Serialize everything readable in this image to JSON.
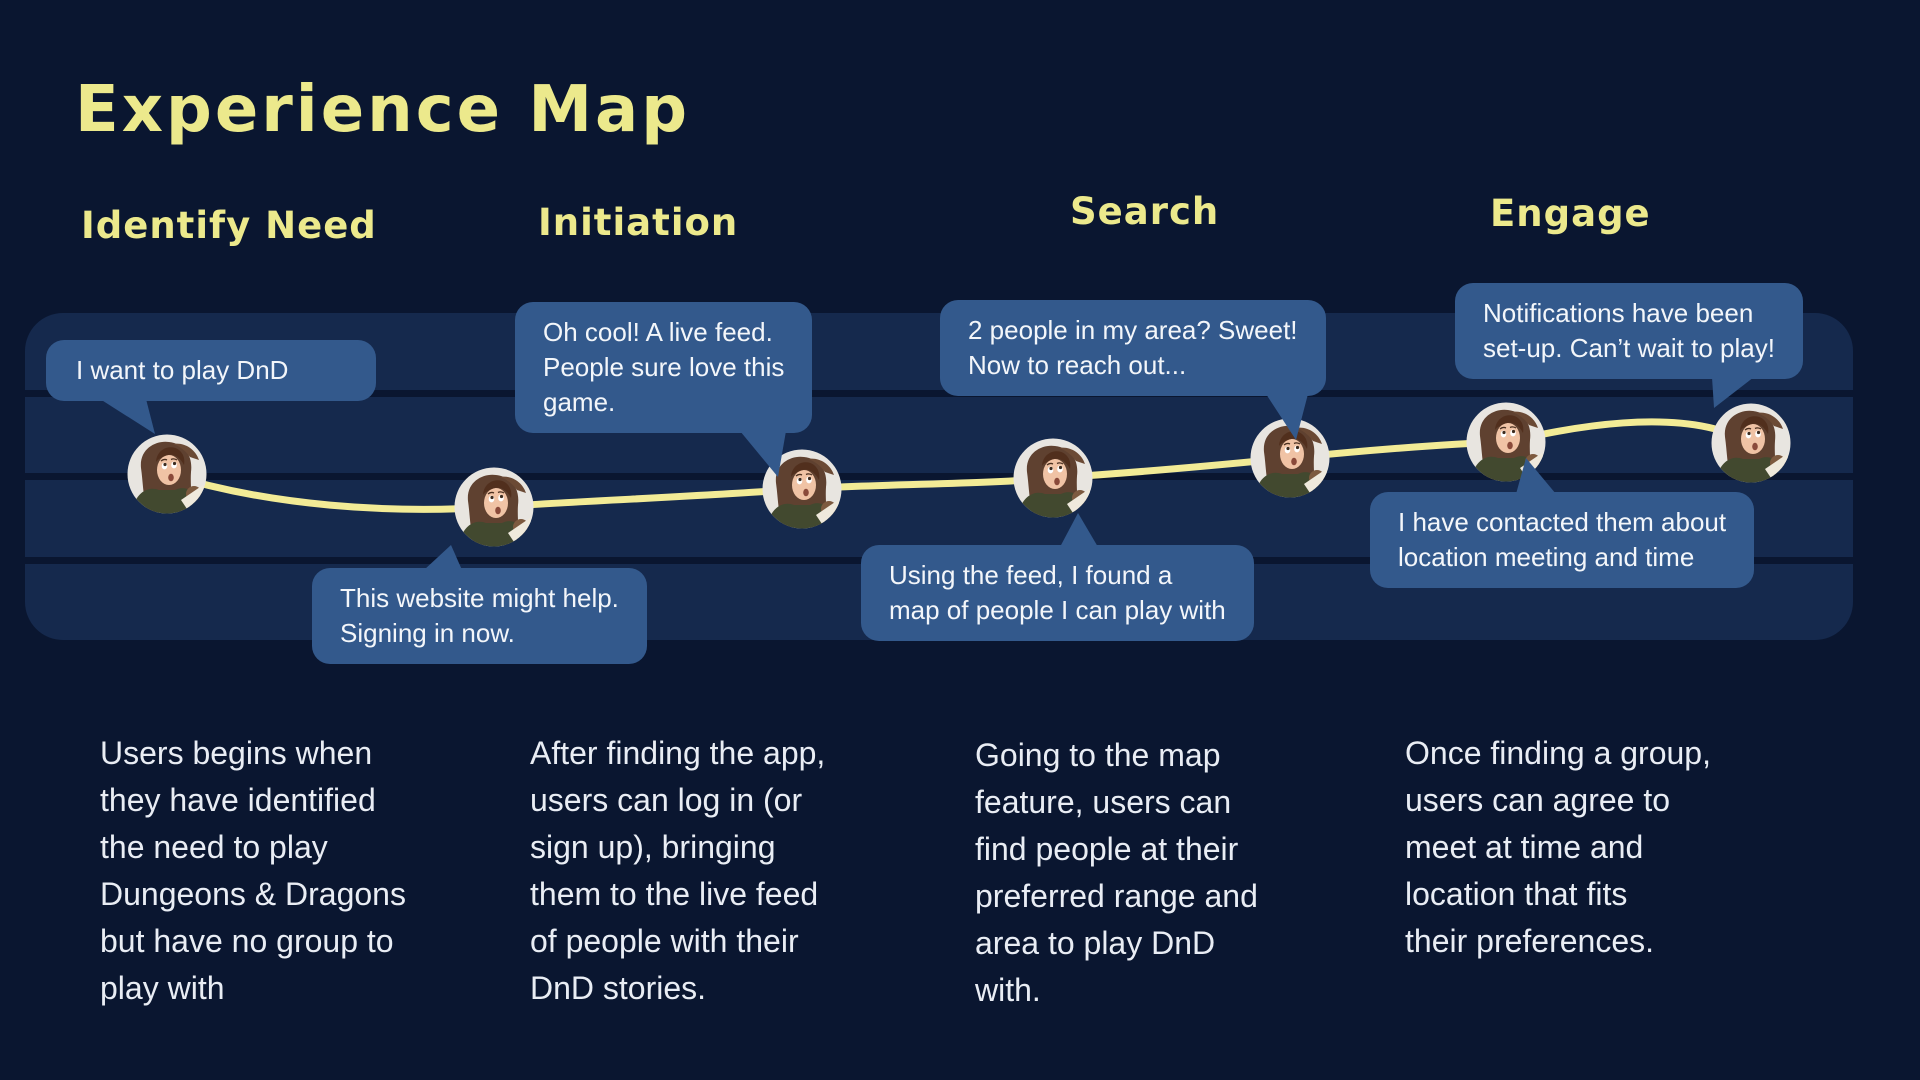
{
  "title": "Experience Map",
  "colors": {
    "background": "#0a1630",
    "band_row": "#15294d",
    "bubble": "#33598c",
    "accent_yellow": "#ece98c",
    "line_yellow": "#f2eb96",
    "body_text": "#e9edf4"
  },
  "stages": [
    {
      "label": "Identify Need",
      "description": "Users begins when\nthey have identified\nthe need to play\nDungeons & Dragons\nbut have no group to\nplay with"
    },
    {
      "label": "Initiation",
      "description": "After finding the app,\nusers can log in (or\nsign up), bringing\nthem to the live feed\nof people with their\nDnD stories."
    },
    {
      "label": "Search",
      "description": "Going to the map\nfeature, users can\nfind people at their\npreferred range and\narea to play DnD\nwith."
    },
    {
      "label": "Engage",
      "description": "Once finding a group,\nusers can agree to\nmeet at time and\nlocation that fits\ntheir preferences."
    }
  ],
  "bubbles": [
    {
      "text": "I want to play DnD"
    },
    {
      "text": "This website might help.\nSigning in now."
    },
    {
      "text": "Oh cool! A live feed.\nPeople sure love this\ngame."
    },
    {
      "text": "2 people in my area? Sweet!\nNow to reach out..."
    },
    {
      "text": "Notifications have been\nset-up. Can’t wait to play!"
    },
    {
      "text": "Using the feed, I found a\nmap of people I can play with"
    },
    {
      "text": "I have contacted them about\nlocation meeting and time"
    }
  ]
}
